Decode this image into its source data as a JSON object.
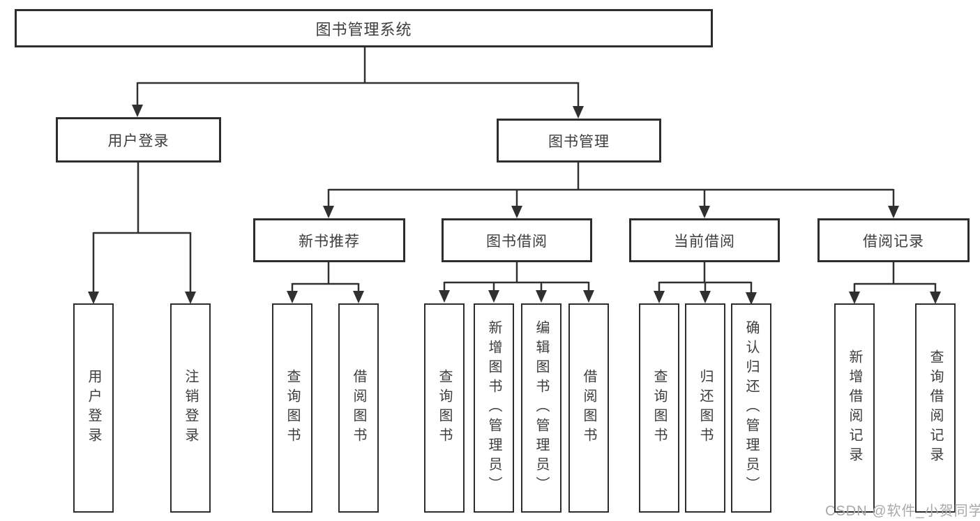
{
  "diagram": {
    "root": {
      "label": "图书管理系统"
    },
    "level2": [
      {
        "id": "user-login",
        "label": "用户登录"
      },
      {
        "id": "book-management",
        "label": "图书管理"
      }
    ],
    "level3": [
      {
        "id": "new-book-recommend",
        "label": "新书推荐"
      },
      {
        "id": "book-borrowing",
        "label": "图书借阅"
      },
      {
        "id": "current-borrowing",
        "label": "当前借阅"
      },
      {
        "id": "borrowing-records",
        "label": "借阅记录"
      }
    ],
    "leaves": [
      {
        "id": "leaf-user-login",
        "label": "用户登录"
      },
      {
        "id": "leaf-logout",
        "label": "注销登录"
      },
      {
        "id": "leaf-query-books-recommend",
        "label": "查询图书"
      },
      {
        "id": "leaf-borrow-books-recommend",
        "label": "借阅图书"
      },
      {
        "id": "leaf-query-books-borrowing",
        "label": "查询图书"
      },
      {
        "id": "leaf-add-books-admin",
        "label": "新增图书（管理员）"
      },
      {
        "id": "leaf-edit-books-admin",
        "label": "编辑图书（管理员）"
      },
      {
        "id": "leaf-borrow-books-borrowing",
        "label": "借阅图书"
      },
      {
        "id": "leaf-query-books-current",
        "label": "查询图书"
      },
      {
        "id": "leaf-return-books",
        "label": "归还图书"
      },
      {
        "id": "leaf-confirm-return-admin",
        "label": "确认归还（管理员）"
      },
      {
        "id": "leaf-add-borrow-record",
        "label": "新增借阅记录"
      },
      {
        "id": "leaf-query-borrow-record",
        "label": "查询借阅记录"
      }
    ]
  },
  "watermark": {
    "text": "CSDN @软件_小贺同学"
  },
  "colors": {
    "line": "#303030",
    "box_border": "#2d2d2d",
    "text": "#3d3d3d",
    "watermark": "#a9a9a9",
    "background": "#ffffff"
  }
}
